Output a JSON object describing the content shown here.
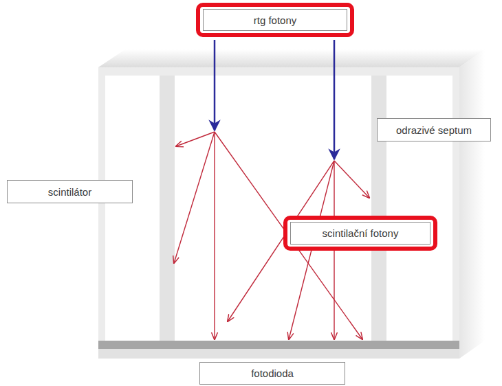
{
  "diagram": {
    "nodes": [
      {
        "text": [
          "rtg fotony"
        ]
      },
      {
        "text": [
          "odrazivé septum"
        ]
      },
      {
        "text": [
          "scintilátor"
        ]
      },
      {
        "text": [
          "scintilační fotony"
        ]
      },
      {
        "text": [
          "fotodioda"
        ]
      }
    ]
  }
}
